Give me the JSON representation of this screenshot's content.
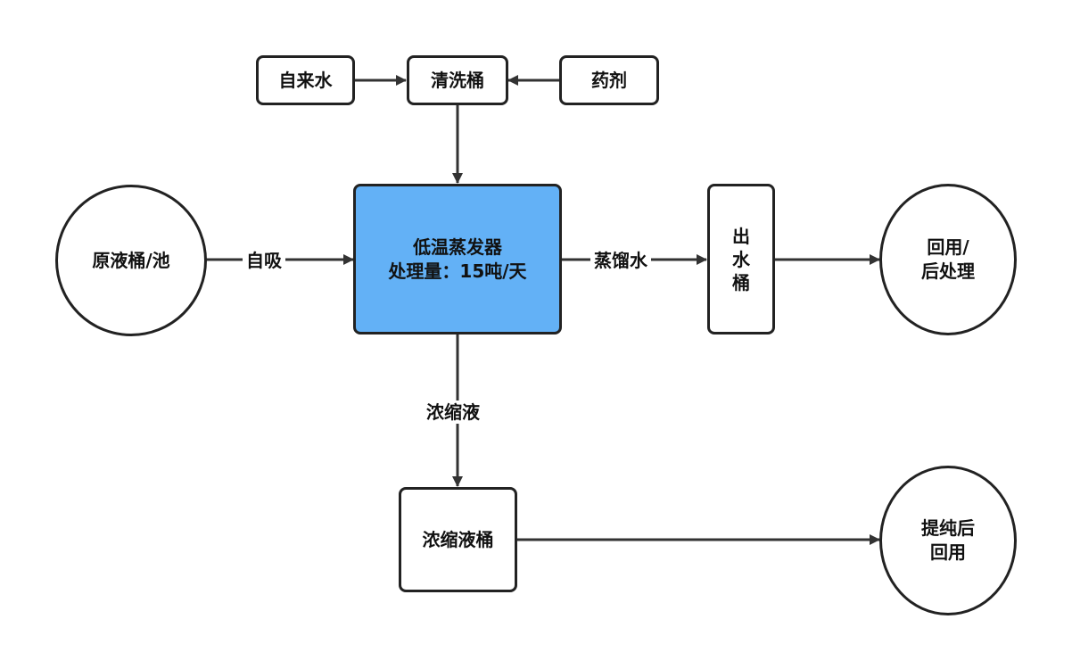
{
  "nodes": {
    "tap_water": "自来水",
    "wash_tank": "清洗桶",
    "chemical": "药剂",
    "raw_tank": "原液桶/池",
    "evaporator_line1": "低温蒸发器",
    "evaporator_line2": "处理量：15吨/天",
    "outlet_tank": [
      "出",
      "水",
      "桶"
    ],
    "reuse_line1": "回用/",
    "reuse_line2": "后处理",
    "concentrate_tank": "浓缩液桶",
    "purify_line1": "提纯后",
    "purify_line2": "回用"
  },
  "edges": {
    "self_suction": "自吸",
    "distilled_water": "蒸馏水",
    "concentrate": "浓缩液"
  },
  "colors": {
    "evaporator_fill": "#63b1f6",
    "stroke": "#222222"
  }
}
